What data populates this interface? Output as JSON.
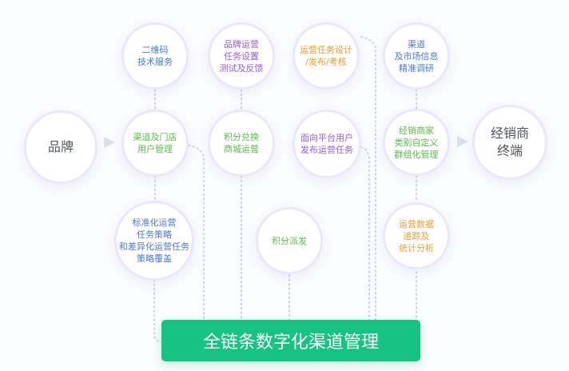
{
  "nodes": {
    "brand": "品牌",
    "qr": "二维码\n技术服务",
    "brand_ops": "品牌运营\n任务设置\n测试及反馈",
    "task_design": "运营任务设计\n/发布/考核",
    "research": "渠道\n及市场信息\n精准调研",
    "channel_users": "渠道及门店\n用户管理",
    "points_mall": "积分兑换\n商城运营",
    "publish_tasks": "面向平台用户\n发布运营任务",
    "dealer_groups": "经销商家\n类别自定义\n群组化管理",
    "dealer_terminal": "经销商\n终端",
    "strategy": "标准化运营\n任务策略\n和差异化运营任务\n策略覆盖",
    "points_dispatch": "积分派发",
    "analytics": "运营数据\n追踪及\n统计分析"
  },
  "bar_label": "全链条数字化渠道管理",
  "colors": {
    "accent": "#16c383",
    "blue": "#4a78d4",
    "purple": "#9a5ae6",
    "orange": "#f29a2e",
    "green": "#5bb94a"
  }
}
